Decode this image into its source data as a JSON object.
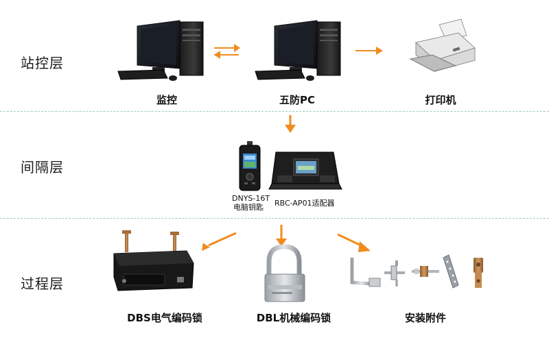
{
  "layers": {
    "station": "站控层",
    "bay": "间隔层",
    "process": "过程层"
  },
  "devices": {
    "monitor": "监控",
    "wufang_pc": "五防PC",
    "printer": "打印机",
    "key_line1": "DNYS-16T",
    "key_line2": "电脑钥匙",
    "adapter": "RBC-AP01适配器",
    "dbs_lock": "DBS电气编码锁",
    "dbl_lock": "DBL机械编码锁",
    "accessories": "安装附件"
  },
  "colors": {
    "arrow": "#f08c1e",
    "divider": "#9cc9c0",
    "text": "#111111"
  }
}
